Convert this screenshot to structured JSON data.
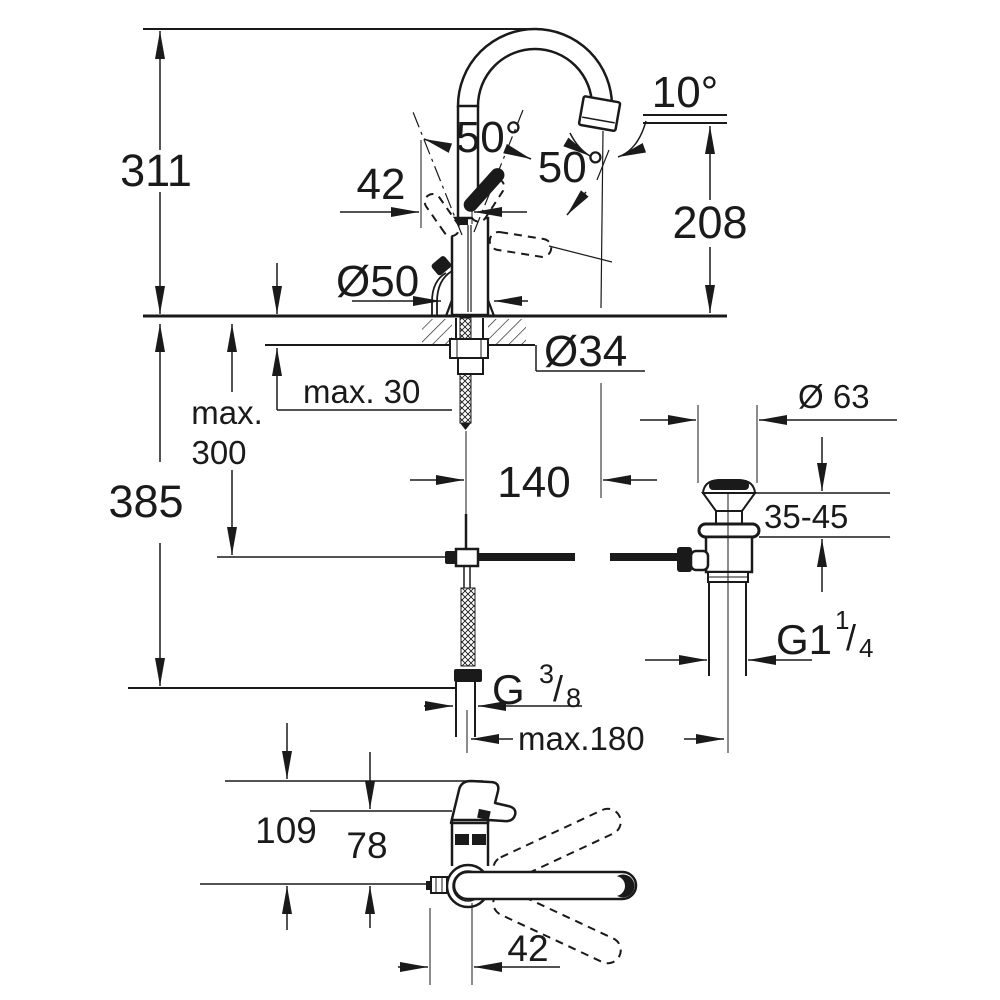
{
  "colors": {
    "ink": "#1a1a1a",
    "paper": "#ffffff"
  },
  "side_view": {
    "total_height": "311",
    "below_deck_height": "385",
    "hose_length_line1": "max.",
    "hose_length_line2": "300",
    "deck_thickness": "max. 30",
    "handle_clearance": "42",
    "body_diameter": "Ø50",
    "hole_diameter": "Ø34",
    "handle_lift_angle": "50°",
    "handle_open_angle": "50°",
    "outlet_angle": "10°",
    "outlet_height": "208",
    "spout_reach": "140",
    "rod_length": "max.180",
    "supply_thread": {
      "base": "G",
      "sup": "3",
      "slash": "/",
      "sub": "8"
    }
  },
  "drain_valve": {
    "flange_diameter": "Ø 63",
    "mounting_range": "35-45",
    "waste_thread": {
      "base": "G1",
      "sup": "1",
      "slash": "/",
      "sub": "4"
    }
  },
  "top_view": {
    "spout_to_handle_depth": "109",
    "spout_to_center_depth": "78",
    "handle_offset": "42"
  }
}
